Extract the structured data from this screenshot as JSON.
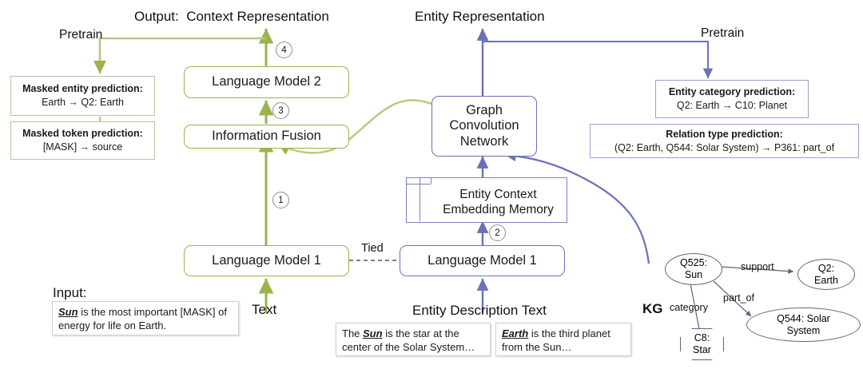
{
  "colors": {
    "green": "#9ab44e",
    "blue": "#6b71b8",
    "text": "#111111",
    "box_border_gray": "#cfcfcf"
  },
  "top_labels": {
    "output": "Output:  Context Representation",
    "entity_representation": "Entity Representation",
    "pretrain_left": "Pretrain",
    "pretrain_right": "Pretrain"
  },
  "left_branch": {
    "language_model_2": "Language Model 2",
    "information_fusion": "Information Fusion",
    "language_model_1": "Language Model 1",
    "step_4": "4",
    "step_3": "3",
    "step_1": "1",
    "text_label": "Text",
    "input_label": "Input:",
    "input_sentence_lead": "Sun",
    "input_sentence_rest": " is the most important [MASK] of energy for life on Earth."
  },
  "left_predictions": [
    {
      "title": "Masked entity prediction:",
      "body": "Earth  →  Q2: Earth"
    },
    {
      "title": "Masked token prediction:",
      "body": "[MASK]  →  source"
    }
  ],
  "right_branch": {
    "graph_convolution_network": "Graph\nConvolution\nNetwork",
    "gcn_line1": "Graph",
    "gcn_line2": "Convolution",
    "gcn_line3": "Network",
    "memory_line1": "Entity Context",
    "memory_line2": "Embedding Memory",
    "language_model_1": "Language Model 1",
    "step_2": "2",
    "tied_label": "Tied",
    "entity_description_text": "Entity Description Text"
  },
  "right_predictions": [
    {
      "title": "Entity category prediction:",
      "body": "Q2: Earth  →   C10: Planet"
    },
    {
      "title": "Relation type prediction:",
      "body": "(Q2: Earth, Q544: Solar System)  →  P361: part_of"
    }
  ],
  "description_bubbles": [
    {
      "lead": "The ",
      "entity": "Sun",
      "rest": " is the star at the center of the Solar System…"
    },
    {
      "lead": "",
      "entity": "Earth",
      "rest": " is the third planet from the Sun…"
    }
  ],
  "knowledge_graph": {
    "label": "KG",
    "nodes": [
      {
        "id": "sun",
        "line1": "Q525:",
        "line2": "Sun",
        "shape": "ellipse"
      },
      {
        "id": "earth",
        "line1": "Q2:",
        "line2": "Earth",
        "shape": "ellipse"
      },
      {
        "id": "solar_system",
        "line1": "Q544: Solar",
        "line2": "System",
        "shape": "ellipse"
      },
      {
        "id": "star",
        "line1": "C8:",
        "line2": "Star",
        "shape": "octagon"
      }
    ],
    "edges": [
      {
        "from": "sun",
        "to": "earth",
        "label": "support"
      },
      {
        "from": "sun",
        "to": "solar_system",
        "label": "part_of"
      },
      {
        "from": "sun",
        "to": "star",
        "label": "category"
      }
    ]
  }
}
